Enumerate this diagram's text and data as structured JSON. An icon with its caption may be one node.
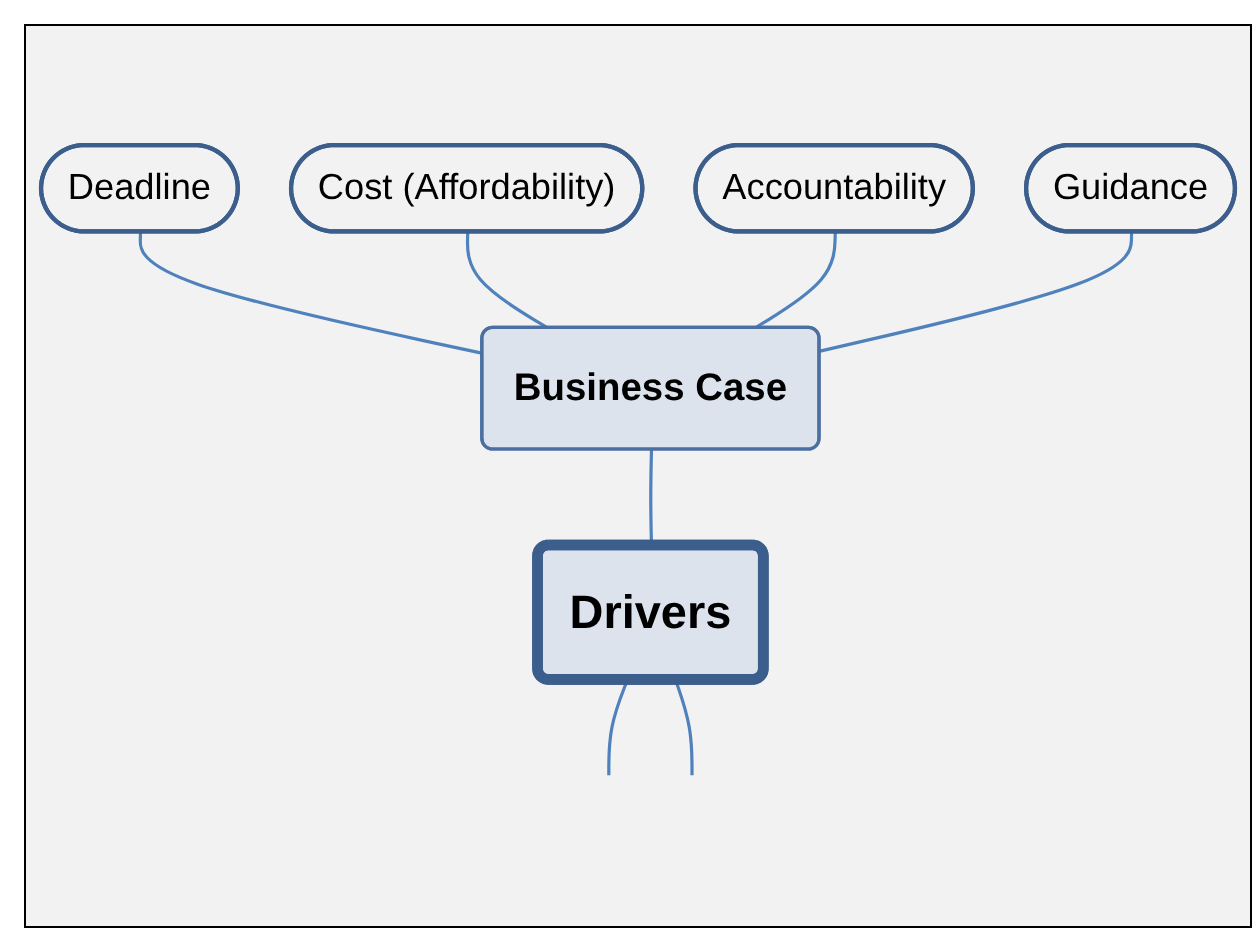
{
  "diagram": {
    "nodes": [
      {
        "text": [
          "Deadline"
        ]
      },
      {
        "text": [
          "Cost (Affordability)"
        ]
      },
      {
        "text": [
          "Accountability"
        ]
      },
      {
        "text": [
          "Guidance"
        ]
      },
      {
        "text": [
          "Business Case"
        ]
      },
      {
        "text": [
          "Drivers"
        ]
      }
    ],
    "edges": [
      {
        "from": 0,
        "to": 4,
        "arrow": "none"
      },
      {
        "from": 1,
        "to": 4,
        "arrow": "none"
      },
      {
        "from": 2,
        "to": 4,
        "arrow": "none"
      },
      {
        "from": 3,
        "to": 4,
        "arrow": "none"
      },
      {
        "from": 4,
        "to": 5,
        "arrow": "none"
      },
      {
        "from": 5,
        "to": null,
        "arrow": "none"
      },
      {
        "from": 5,
        "to": null,
        "arrow": "none"
      }
    ]
  }
}
